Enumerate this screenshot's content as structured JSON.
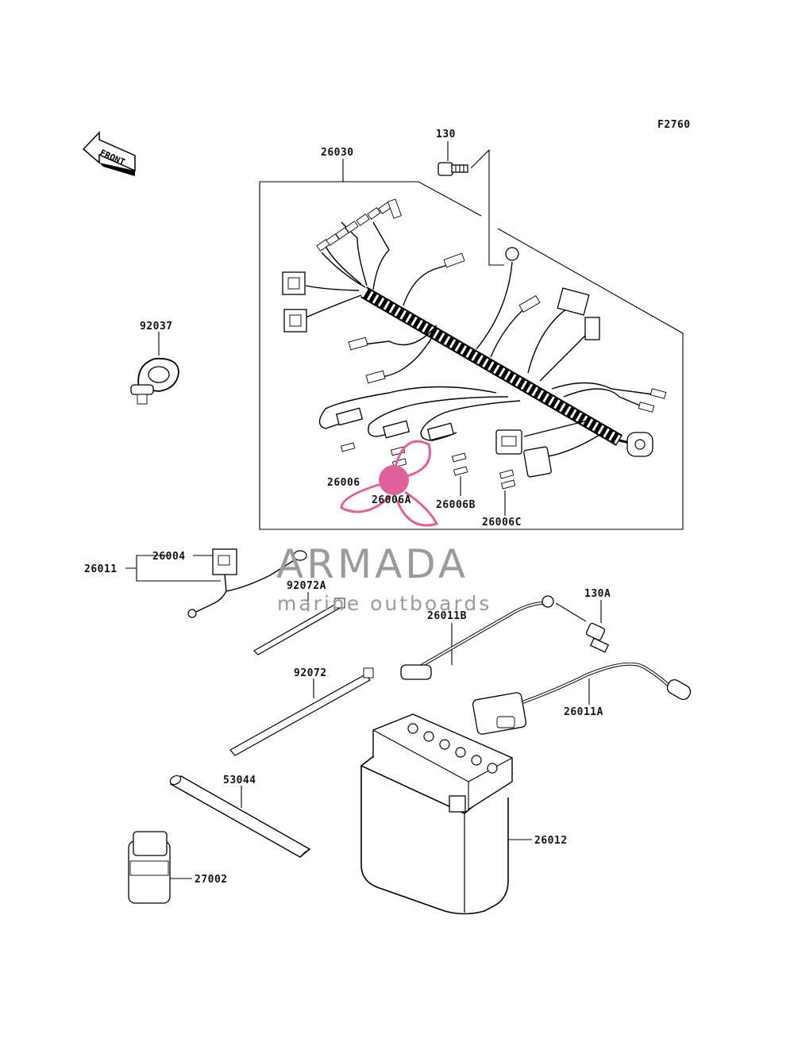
{
  "diagram_code": "F2760",
  "front_label": "FRONT",
  "labels": {
    "p26030": "26030",
    "p130": "130",
    "p92037": "92037",
    "p26006": "26006",
    "p26006A": "26006A",
    "p26006B": "26006B",
    "p26006C": "26006C",
    "p26004": "26004",
    "p26011": "26011",
    "p92072A": "92072A",
    "p26011B": "26011B",
    "p130A": "130A",
    "p92072": "92072",
    "p26011A": "26011A",
    "p53044": "53044",
    "p26012": "26012",
    "p27002": "27002"
  },
  "watermark": {
    "brand": "ARMADA",
    "tagline": "marine outboards",
    "logo_color": "#e0609a",
    "text_color": "#9a9a9a"
  }
}
